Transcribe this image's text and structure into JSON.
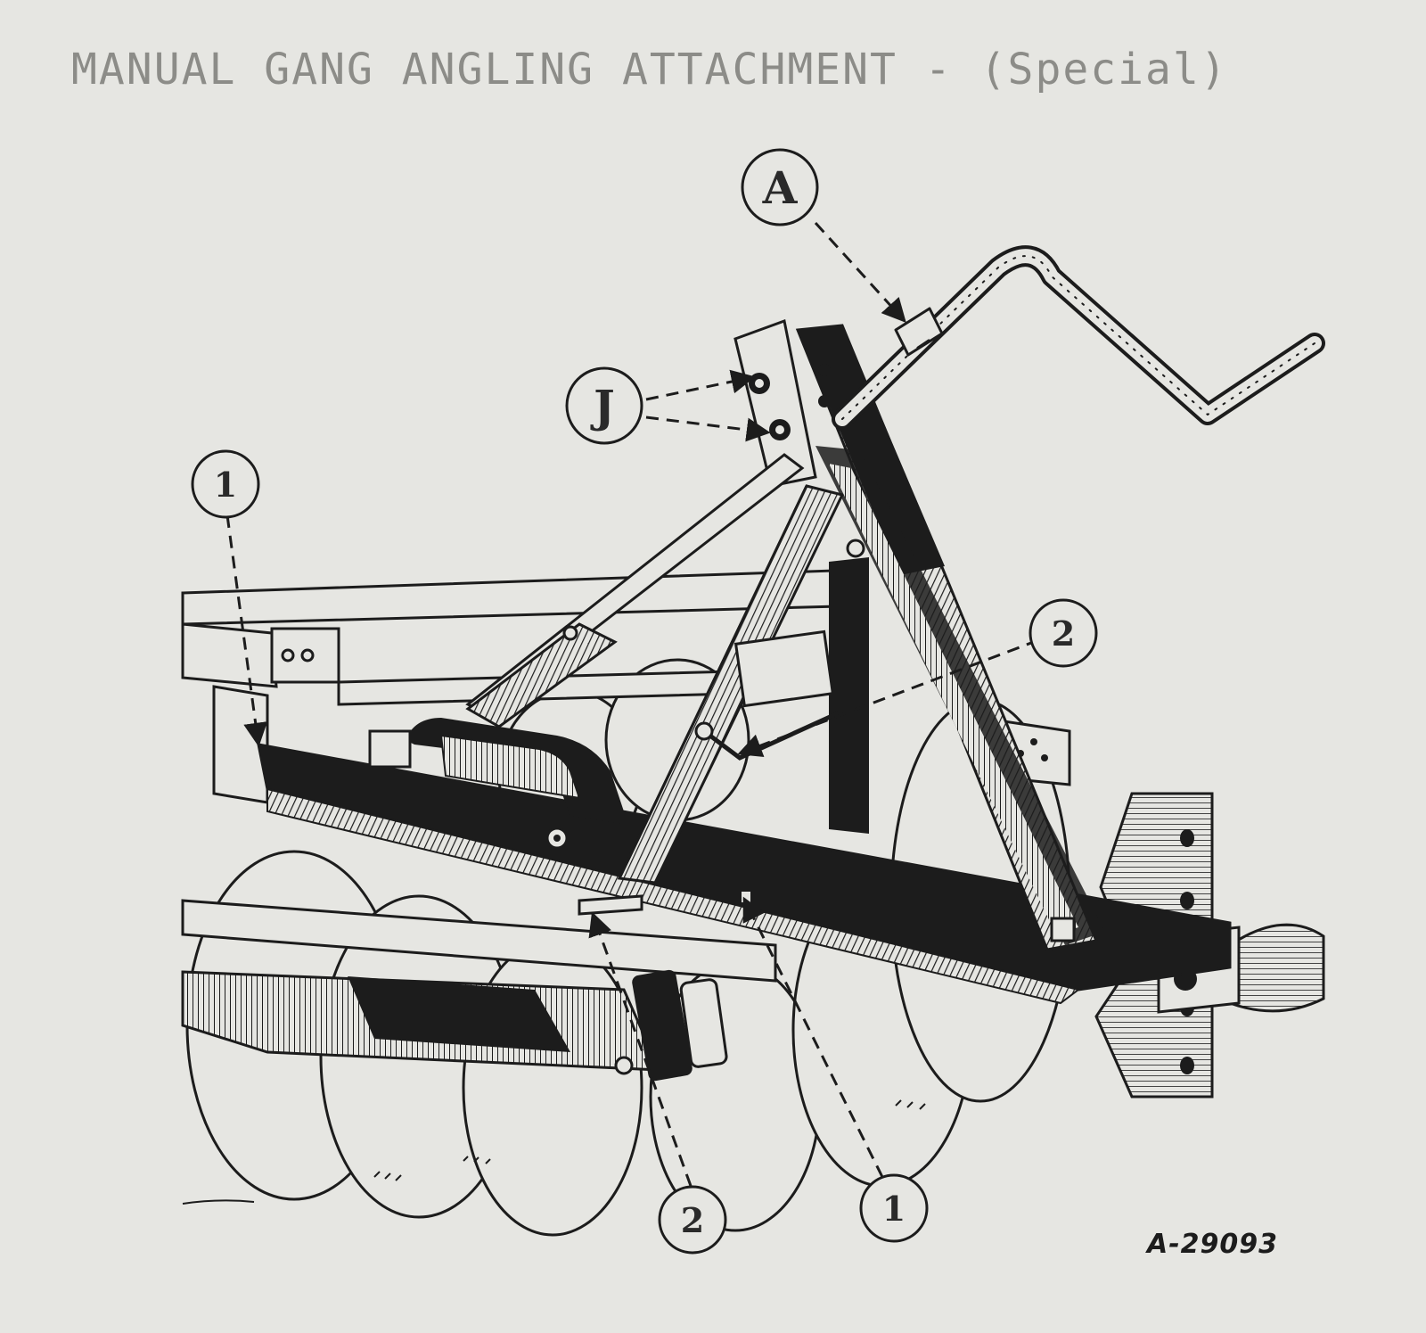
{
  "title": "MANUAL GANG ANGLING ATTACHMENT - (Special)",
  "figure_id": "A-29093",
  "callouts": {
    "a": "A",
    "j": "J",
    "one_upper": "1",
    "two_right": "2",
    "two_bottom": "2",
    "one_bottom": "1"
  },
  "colors": {
    "background": "#e6e6e2",
    "ink": "#1c1c1c",
    "title": "#8c8c88"
  }
}
